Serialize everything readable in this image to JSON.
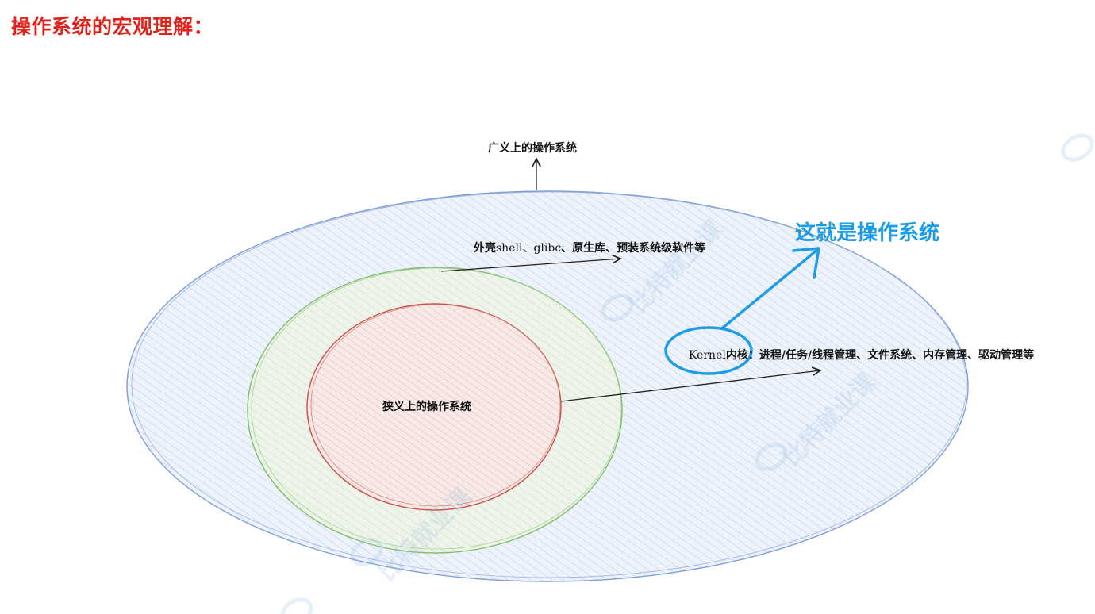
{
  "page": {
    "title": "操作系统的宏观理解："
  },
  "diagram": {
    "outer_label": "广义上的操作系统",
    "middle_label_prefix": "外壳",
    "middle_label_keyword": "shell、glibc",
    "middle_label_suffix": "、原生库、预装系统级软件等",
    "inner_label": "狭义上的操作系统",
    "kernel_keyword": "Kernel",
    "kernel_label": "内核：进程/任务/线程管理、文件系统、内存管理、驱动管理等",
    "highlight_label": "这就是操作系统",
    "colors": {
      "title": "#e0241b",
      "outer_stroke": "#7f9fd6",
      "middle_stroke": "#7fbf6a",
      "inner_stroke": "#c9504a",
      "highlight": "#1e9de6"
    }
  },
  "watermark": {
    "text": "比特就业课"
  }
}
